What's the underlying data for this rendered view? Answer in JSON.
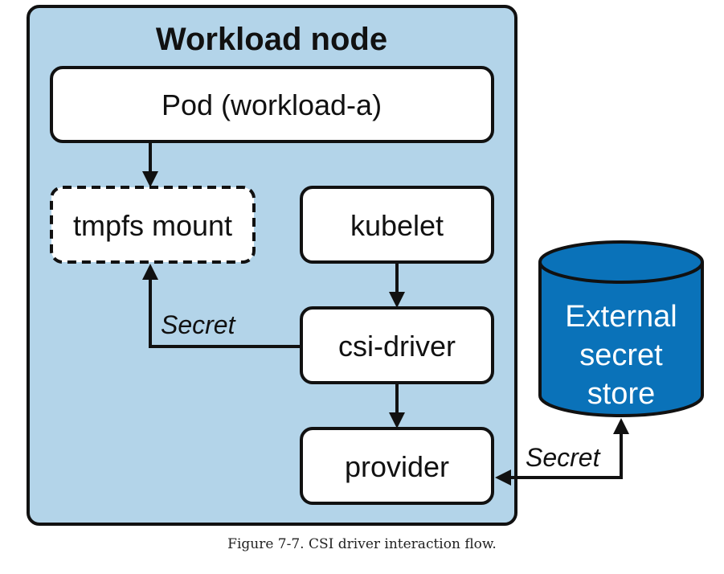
{
  "diagram": {
    "workload_node": {
      "title": "Workload node"
    },
    "pod": {
      "label": "Pod (workload-a)"
    },
    "tmpfs": {
      "label": "tmpfs mount"
    },
    "kubelet": {
      "label": "kubelet"
    },
    "csi_driver": {
      "label": "csi-driver"
    },
    "provider": {
      "label": "provider"
    },
    "external_store": {
      "lines": [
        "External",
        "secret",
        "store"
      ]
    },
    "edges": {
      "csi_to_tmpfs_label": "Secret",
      "store_to_provider_label": "Secret"
    }
  },
  "caption": "Figure 7-7. CSI driver interaction flow.",
  "colors": {
    "node_fill": "#b3d4e9",
    "store_fill": "#0a72b9",
    "stroke": "#111111"
  }
}
